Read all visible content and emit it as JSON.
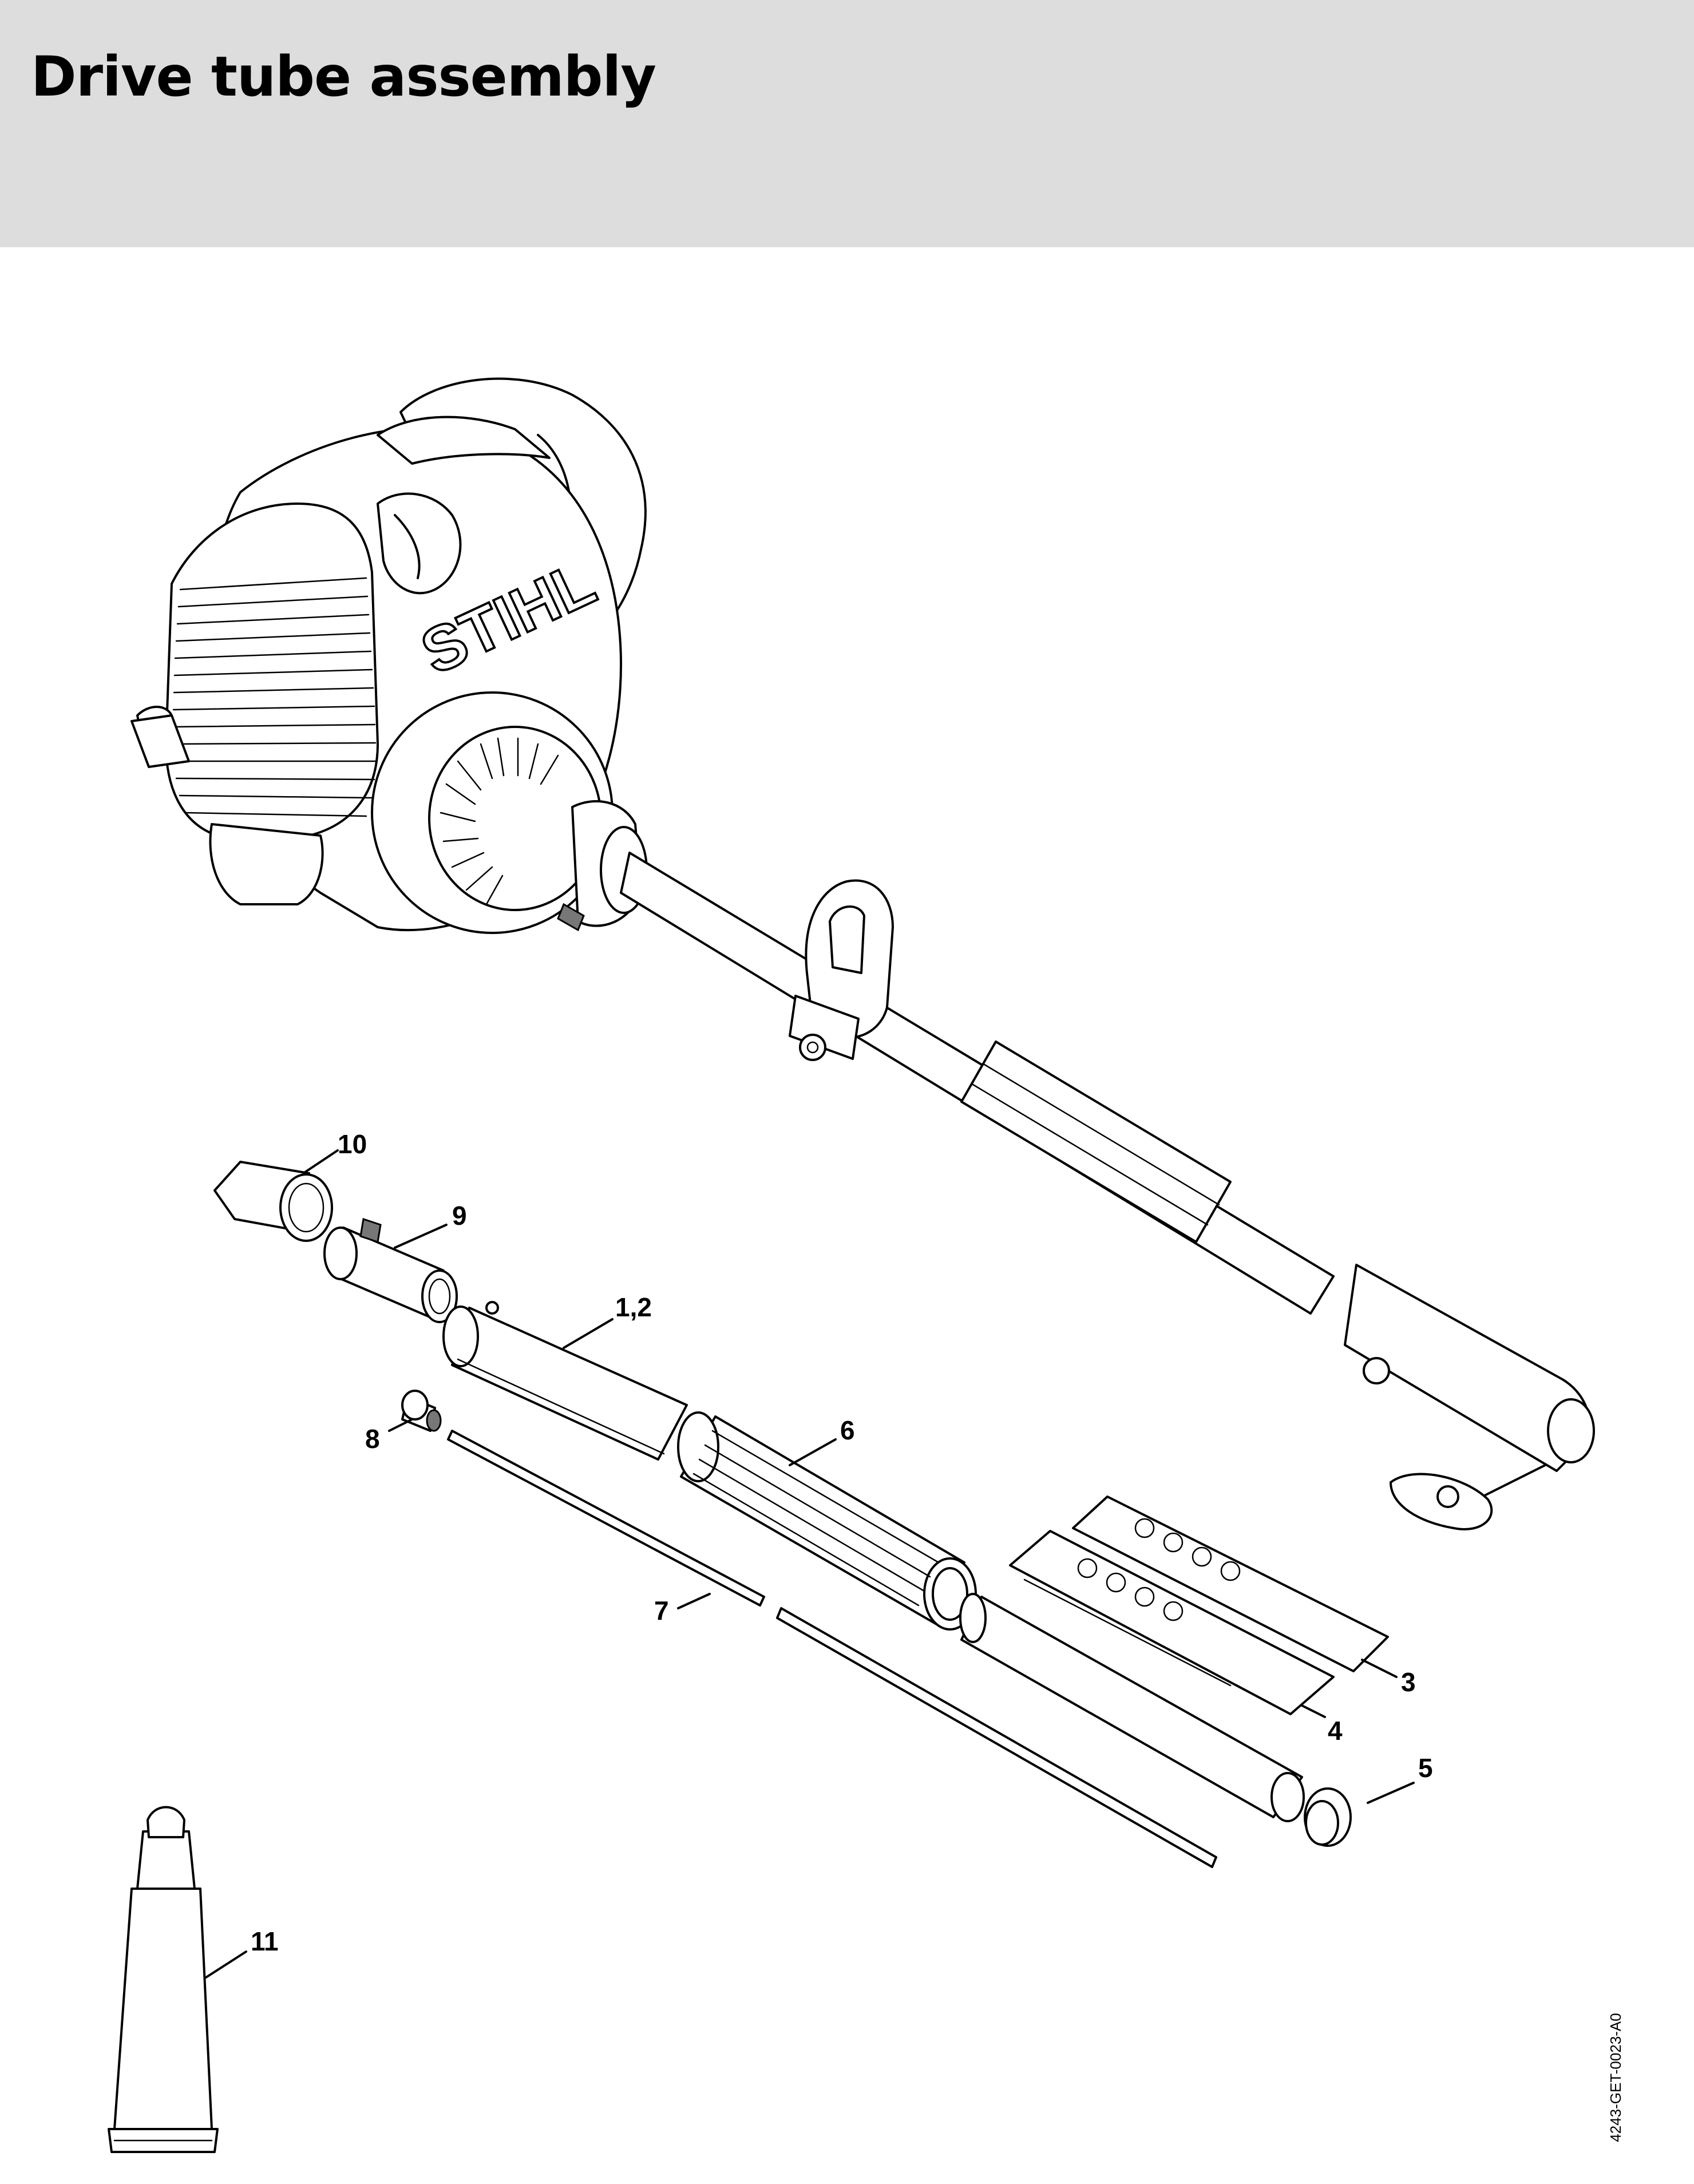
{
  "header": {
    "title": "Drive tube assembly"
  },
  "machine": {
    "brand_text": "STIHL"
  },
  "callouts": [
    {
      "id": "c10",
      "label": "10"
    },
    {
      "id": "c9",
      "label": "9"
    },
    {
      "id": "c12",
      "label": "1,2"
    },
    {
      "id": "c8",
      "label": "8"
    },
    {
      "id": "c6",
      "label": "6"
    },
    {
      "id": "c7",
      "label": "7"
    },
    {
      "id": "c3",
      "label": "3"
    },
    {
      "id": "c4",
      "label": "4"
    },
    {
      "id": "c5",
      "label": "5"
    },
    {
      "id": "c11",
      "label": "11"
    }
  ],
  "footer": {
    "ref_code": "4243-GET-0023-A0"
  }
}
